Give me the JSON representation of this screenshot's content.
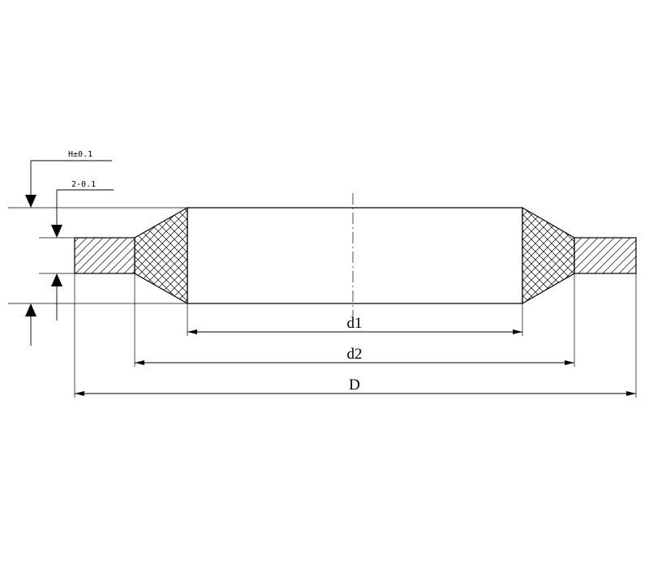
{
  "dimensions": {
    "d1": "d1",
    "d2": "d2",
    "D": "D"
  },
  "tolerances": {
    "height": "H±0.1",
    "ring": "2-0.1"
  },
  "colors": {
    "line": "#000000",
    "background": "#ffffff"
  }
}
